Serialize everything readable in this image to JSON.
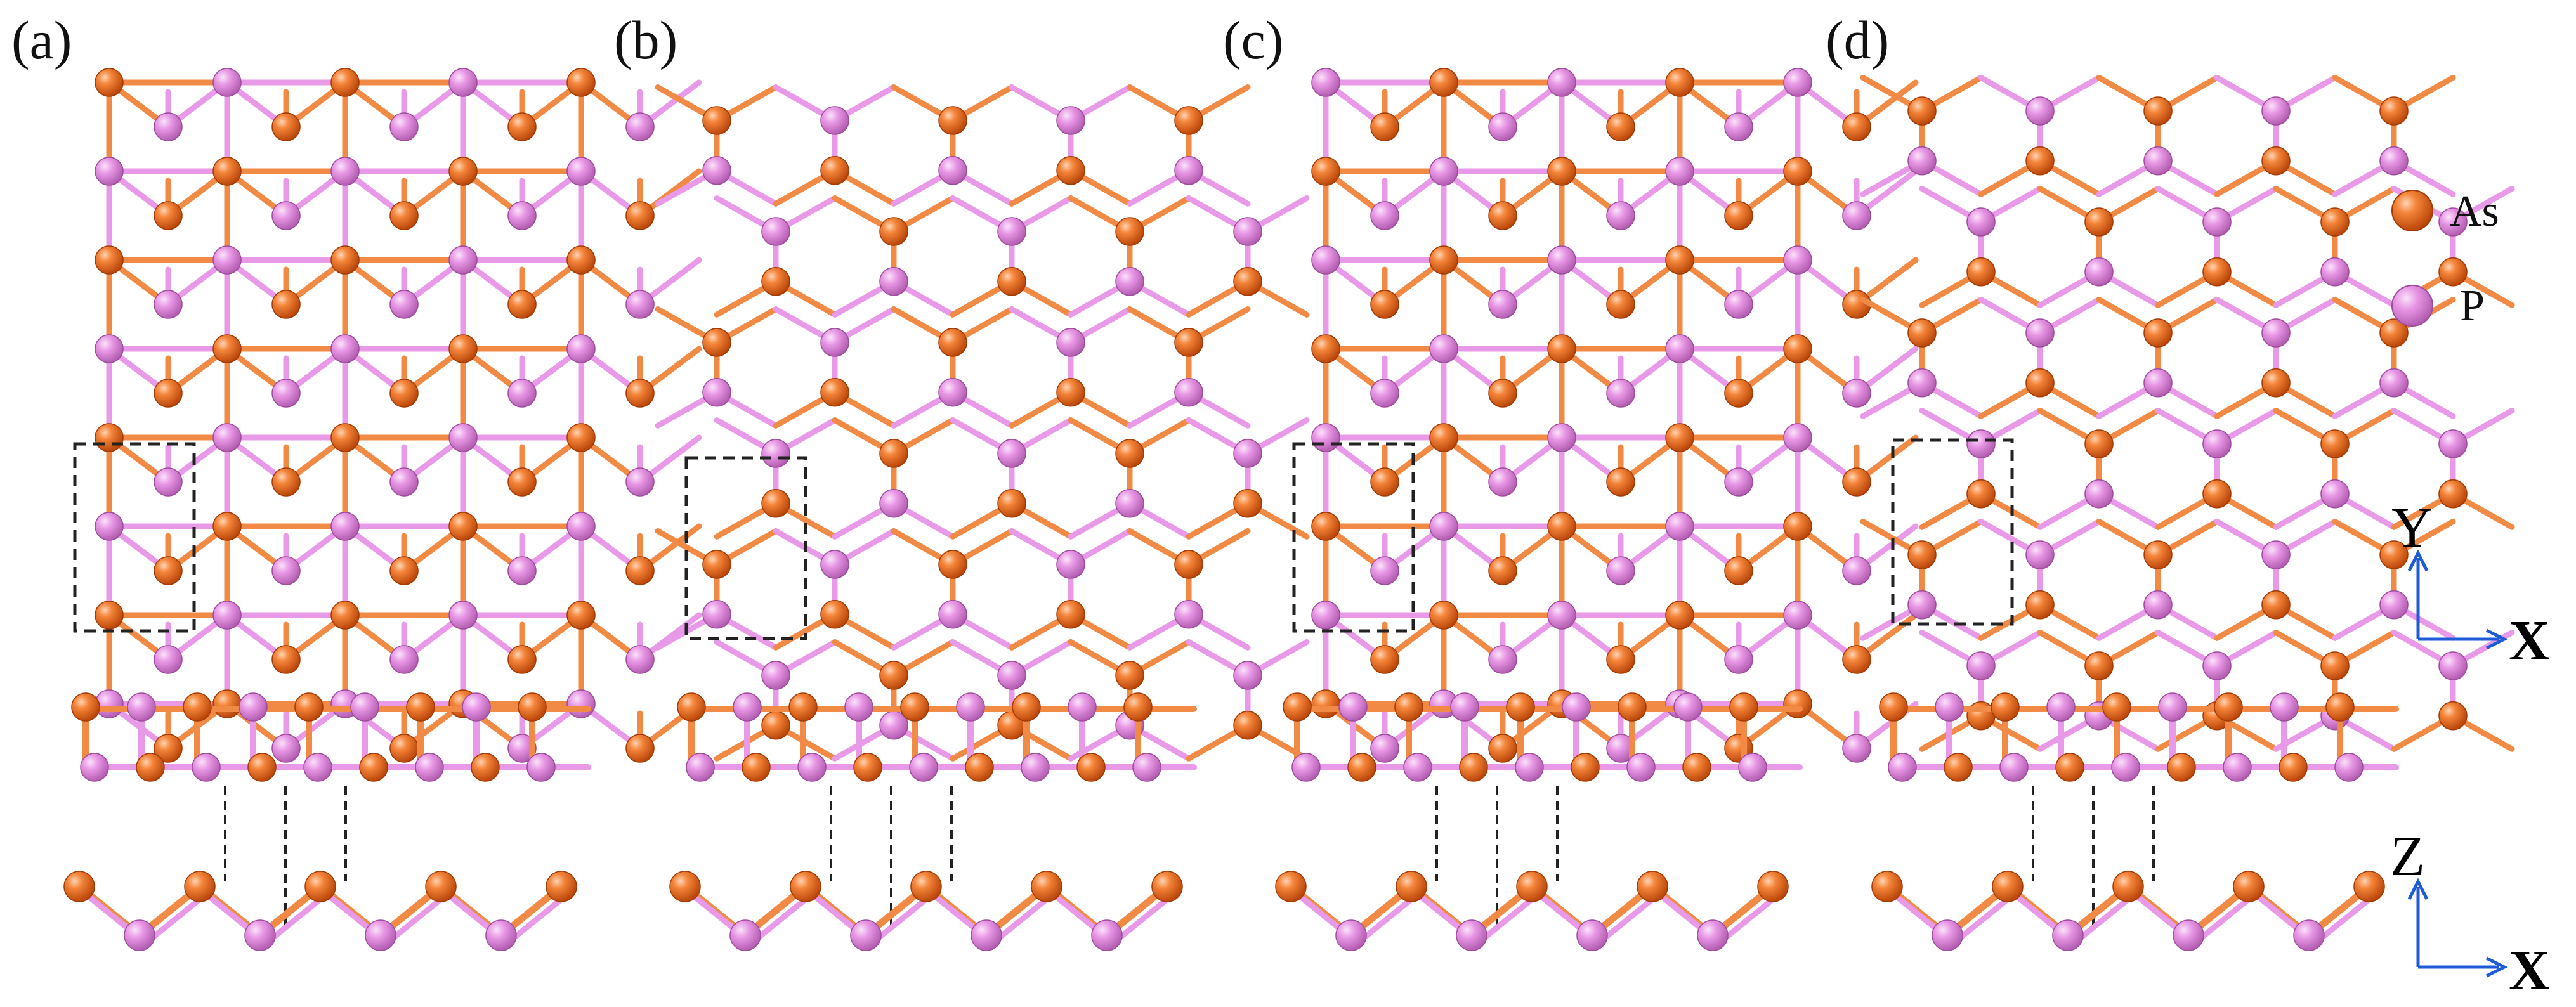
{
  "panels": [
    {
      "id": "a",
      "label": "(a)"
    },
    {
      "id": "b",
      "label": "(b)"
    },
    {
      "id": "c",
      "label": "(c)"
    },
    {
      "id": "d",
      "label": "(d)"
    }
  ],
  "legend": {
    "items": [
      {
        "label": "As",
        "color": "#ee6a22"
      },
      {
        "label": "P",
        "color": "#e58fe0"
      }
    ]
  },
  "axes": {
    "top": {
      "vertical": "Y",
      "horizontal": "X"
    },
    "side": {
      "vertical": "Z",
      "horizontal": "X"
    },
    "arrow_color": "#1f5bd6"
  },
  "colors": {
    "arsenic": "#ee6a22",
    "arsenic_bond": "#f08a44",
    "phosphorus": "#e58fe0",
    "phosphorus_bond": "#e89ae8",
    "dashed": "#222222"
  }
}
